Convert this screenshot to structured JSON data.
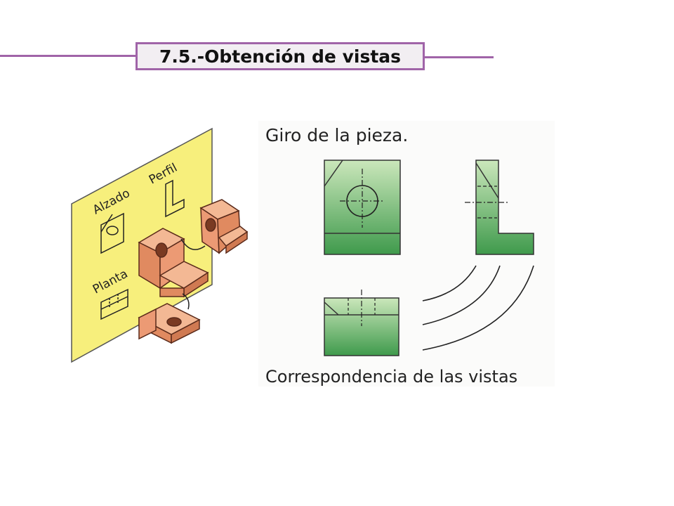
{
  "title": "7.5.-Obtención de vistas",
  "captions": {
    "rotation": "Giro de la pieza.",
    "correspondence": "Correspondencia de las vistas"
  },
  "plane_labels": {
    "front": "Alzado",
    "side": "Perfil",
    "top": "Planta"
  },
  "colors": {
    "accent_line": "#a064a8",
    "plane_fill": "#f7ef7c",
    "piece_fill": "#ec9a74",
    "view_green_light": "#c6e4b6",
    "view_green_dark": "#4a9e52"
  }
}
